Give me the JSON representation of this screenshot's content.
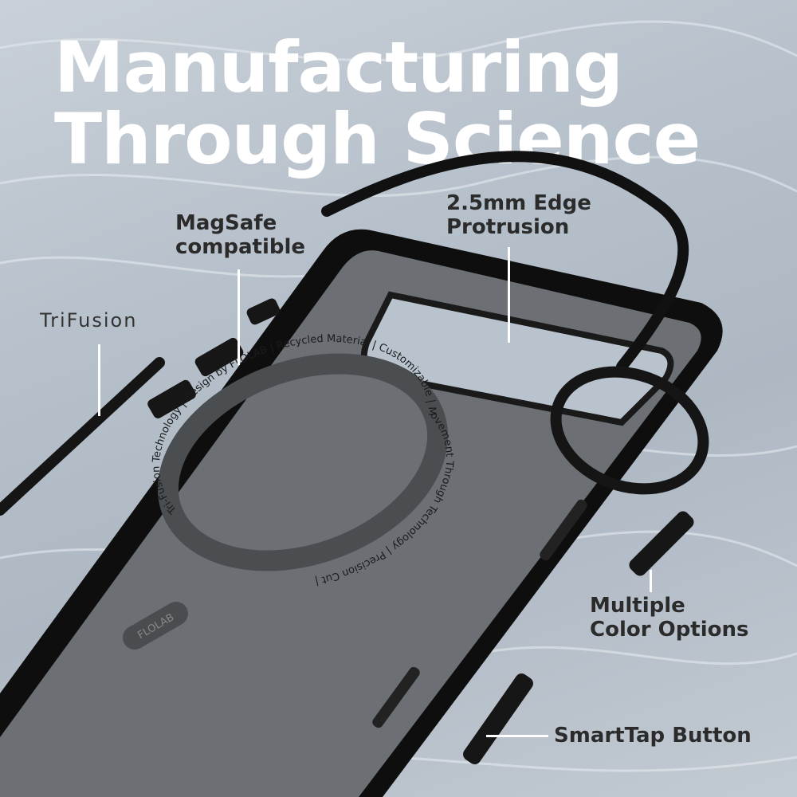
{
  "headline": {
    "line1": "Manufacturing",
    "line2": "Through Science"
  },
  "callouts": {
    "magsafe": {
      "line1": "MagSafe",
      "line2": "compatible"
    },
    "edge": {
      "line1": "2.5mm Edge",
      "line2": "Protrusion"
    },
    "colors": {
      "line1": "Multiple",
      "line2": "Color Options"
    },
    "smarttap": "SmartTap Button"
  },
  "brand_logo": "TriFusion",
  "case_logo": "FLOLAB",
  "ring_text": "Tri-Fusion Technology | Design by FLOLAB | Recycled Material | Customizable | Movement Through Technology | Precision Cut | ",
  "colors": {
    "background": "#b6c0ca",
    "case": "#111111",
    "back_panel": "#6b6f73",
    "text": "#2b2b2b",
    "headline": "#ffffff"
  }
}
